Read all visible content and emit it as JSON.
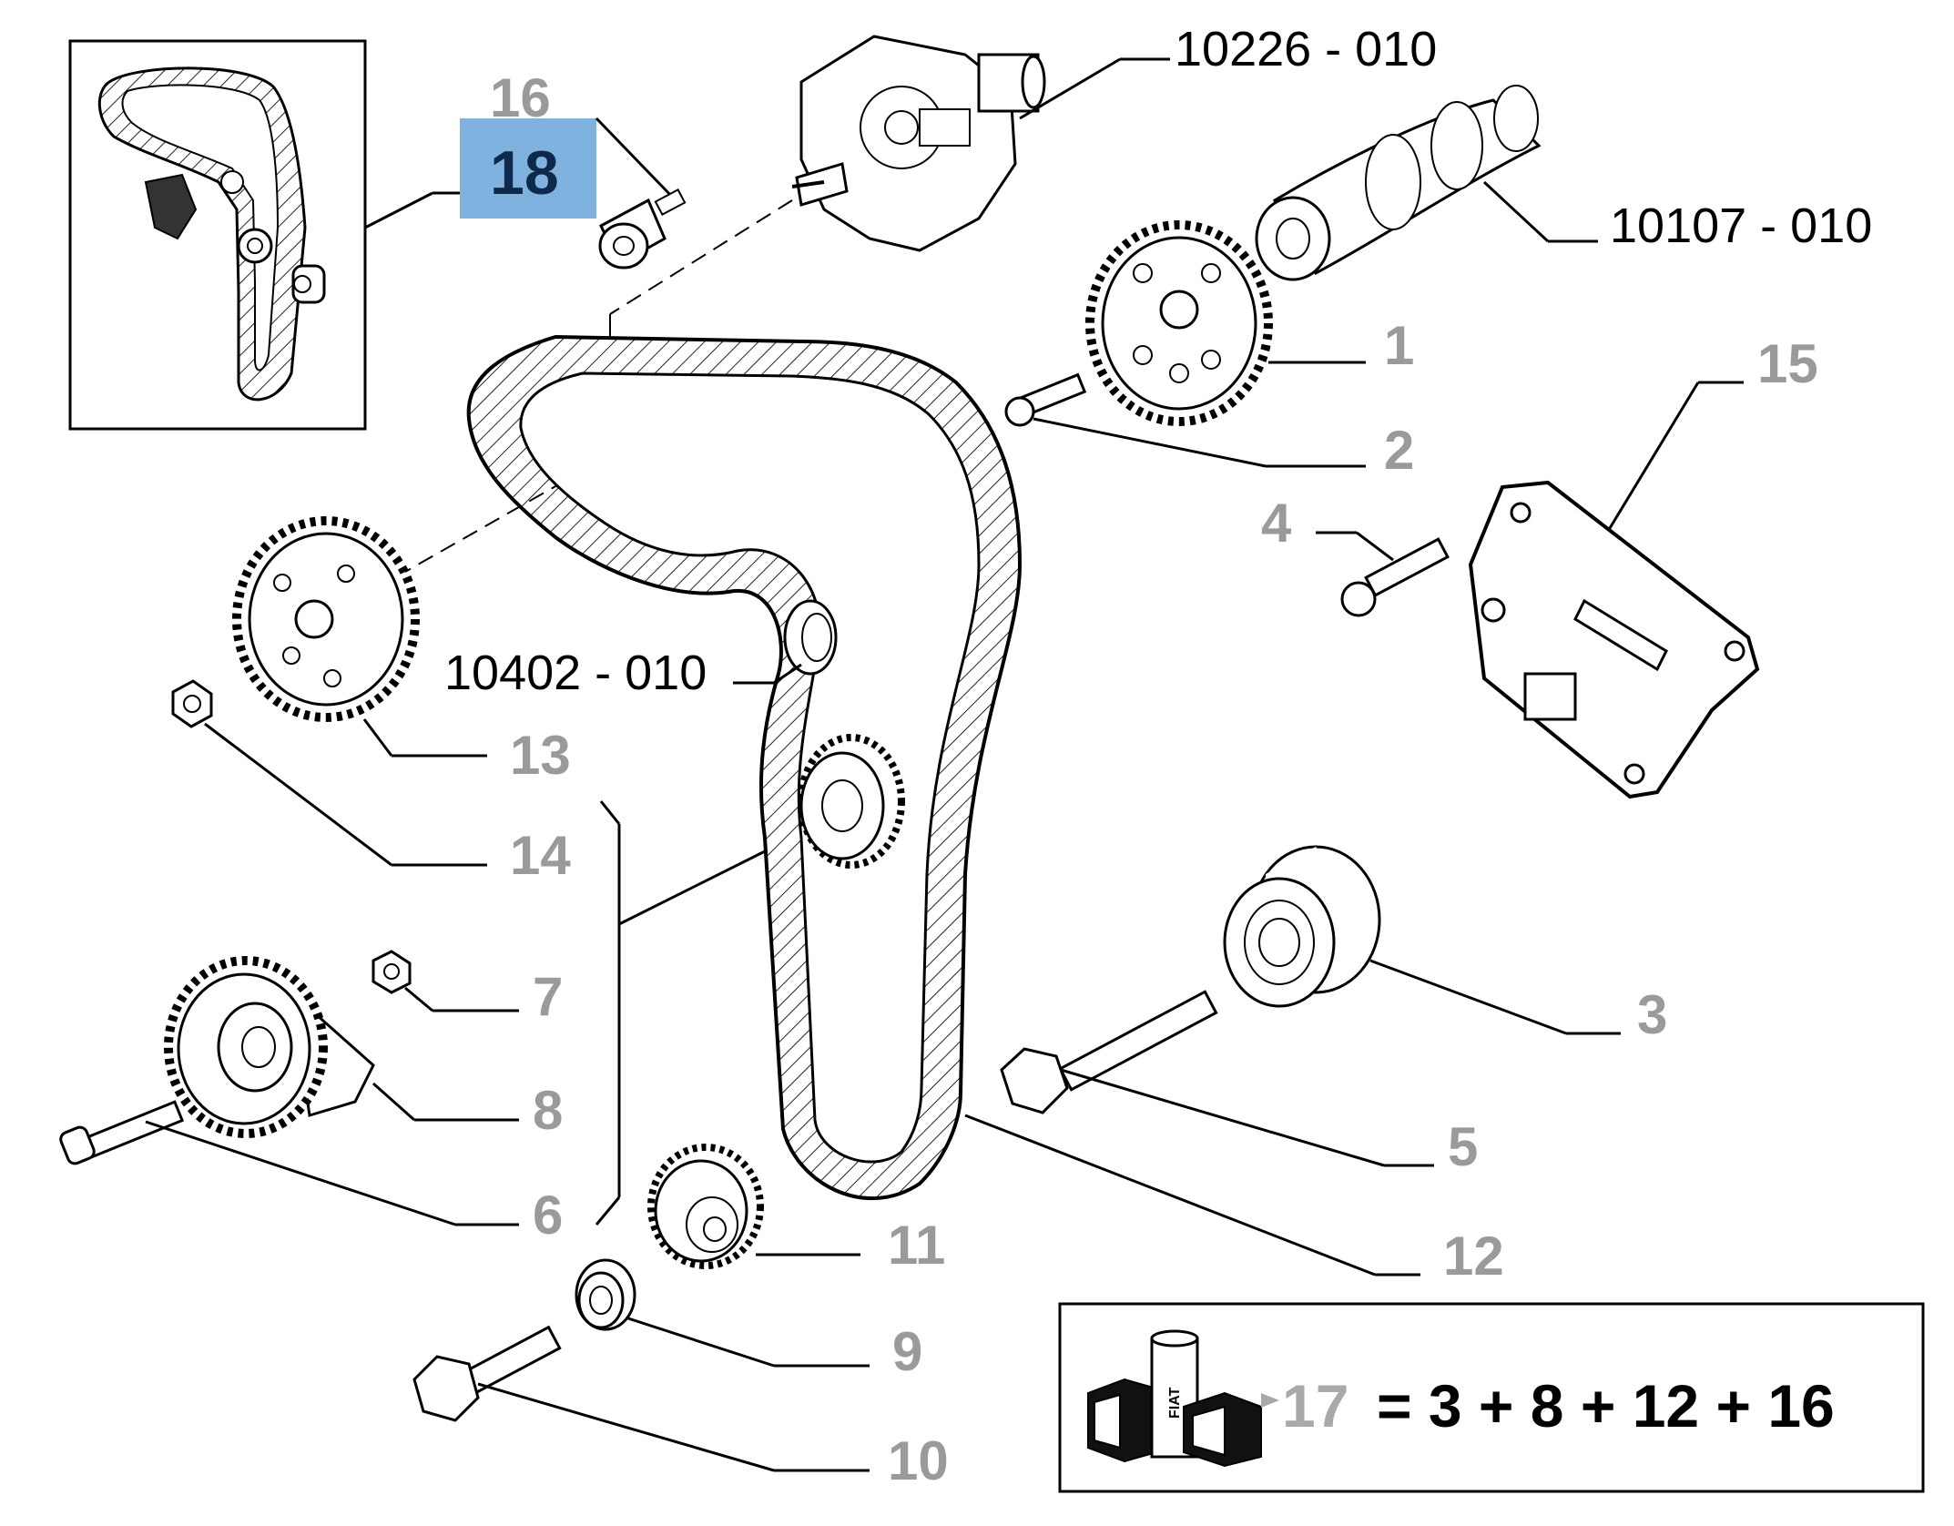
{
  "parts_diagram": {
    "highlight_color": "#7fb2de",
    "callout_color": "#9a9a9a",
    "callouts": {
      "p1": "1",
      "p2": "2",
      "p3": "3",
      "p4": "4",
      "p5": "5",
      "p6": "6",
      "p7": "7",
      "p8": "8",
      "p9": "9",
      "p10": "10",
      "p11": "11",
      "p12": "12",
      "p13": "13",
      "p14": "14",
      "p15": "15",
      "p16": "16",
      "p18": "18"
    },
    "references": {
      "injection_pump": "10226 - 010",
      "camshaft": "10107 - 010",
      "idler": "10402 - 010"
    },
    "kit": {
      "label": "17",
      "formula": "= 3 + 8 + 12 + 16",
      "brand_text": "FIAT"
    }
  }
}
